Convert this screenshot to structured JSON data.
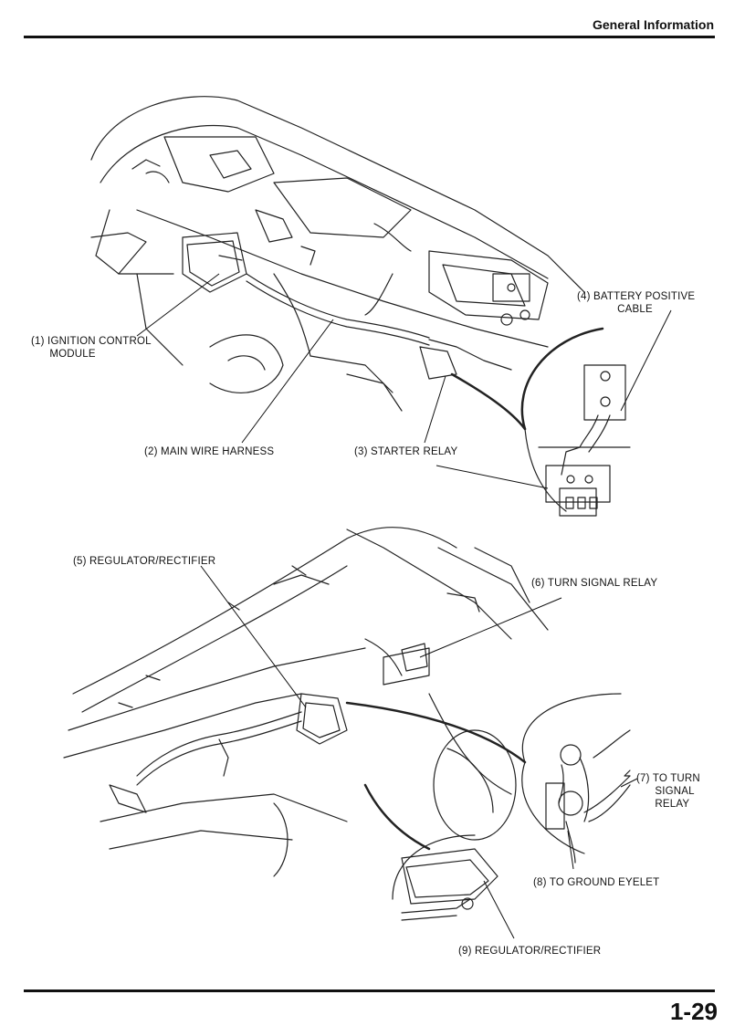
{
  "header": {
    "title": "General Information"
  },
  "footer": {
    "page_number": "1-29"
  },
  "figure_top": {
    "callouts": {
      "ignition_control_module": "(1) IGNITION CONTROL\n      MODULE",
      "main_wire_harness": "(2) MAIN WIRE HARNESS",
      "starter_relay": "(3) STARTER RELAY",
      "battery_positive_cable": "(4) BATTERY POSITIVE\n             CABLE"
    }
  },
  "figure_bottom": {
    "callouts": {
      "regulator_rectifier": "(5) REGULATOR/RECTIFIER",
      "turn_signal_relay": "(6) TURN SIGNAL RELAY",
      "to_turn_signal_relay": "(7) TO TURN\n      SIGNAL\n      RELAY",
      "to_ground_eyelet": "(8) TO GROUND EYELET",
      "regulator_rectifier_detail": "(9) REGULATOR/RECTIFIER"
    }
  }
}
